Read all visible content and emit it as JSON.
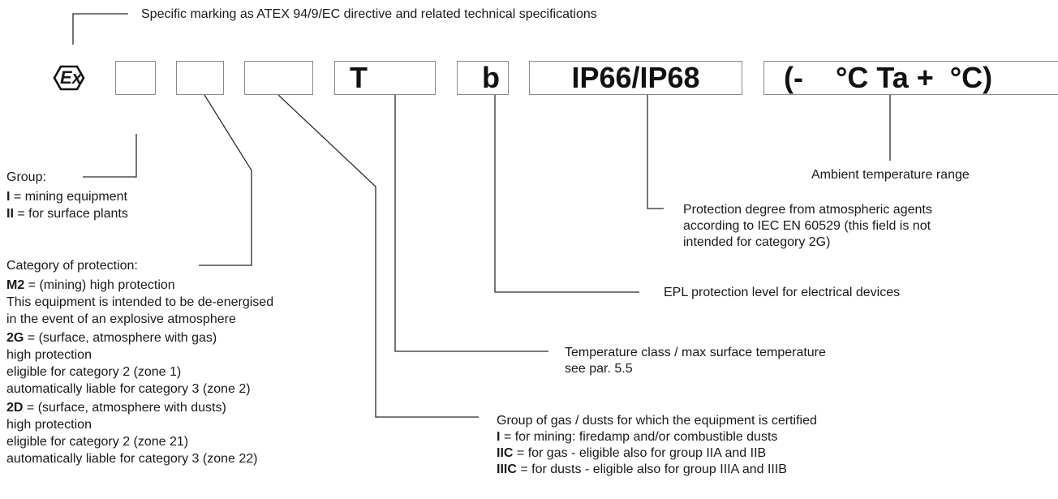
{
  "header": "Specific marking as ATEX 94/9/EC directive and related technical specifications",
  "ex_symbol": {
    "icon": "ex-hexagon-icon",
    "text": "Ex"
  },
  "marking_boxes": [
    "",
    "",
    "",
    "T",
    "b",
    "IP66/IP68",
    "(-    °C Ta +  °C)"
  ],
  "ambient": "Ambient temperature range",
  "protection_degree": [
    "Protection degree from atmospheric agents",
    "according to IEC EN 60529 (this field is not",
    "intended for category 2G)"
  ],
  "epl": "EPL protection level for electrical devices",
  "temperature_class": [
    "Temperature class / max surface temperature",
    "see par. 5.5"
  ],
  "gas_group": {
    "title": "Group of gas / dusts for which the equipment is certified",
    "items": [
      {
        "code": "I",
        "text": " = for mining: firedamp and/or combustible dusts"
      },
      {
        "code": "IIC",
        "text": " =  for gas - eligible also for group IIA and IIB"
      },
      {
        "code": "IIIC",
        "text": " = for dusts - eligible also for group IIIA and IIIB"
      }
    ]
  },
  "group": {
    "title": "Group:",
    "items": [
      {
        "code": "I",
        "text": " = mining equipment"
      },
      {
        "code": "II",
        "text": " =  for surface plants"
      }
    ]
  },
  "category": {
    "title": "Category of protection:",
    "m2": {
      "code": "M2",
      "text": " = (mining) high protection"
    },
    "m2_lines": [
      "This equipment is intended to be de-energised",
      "in the event of an explosive atmosphere"
    ],
    "g2": {
      "code": "2G",
      "text": " = (surface, atmosphere with gas)"
    },
    "g2_lines": [
      "high protection",
      "eligible for category 2 (zone 1)",
      "automatically liable for category 3 (zone 2)"
    ],
    "d2": {
      "code": "2D",
      "text": " = (surface, atmosphere with dusts)"
    },
    "d2_lines": [
      "high protection",
      "eligible for category 2 (zone 21)",
      "automatically liable for category 3 (zone 22)"
    ]
  }
}
